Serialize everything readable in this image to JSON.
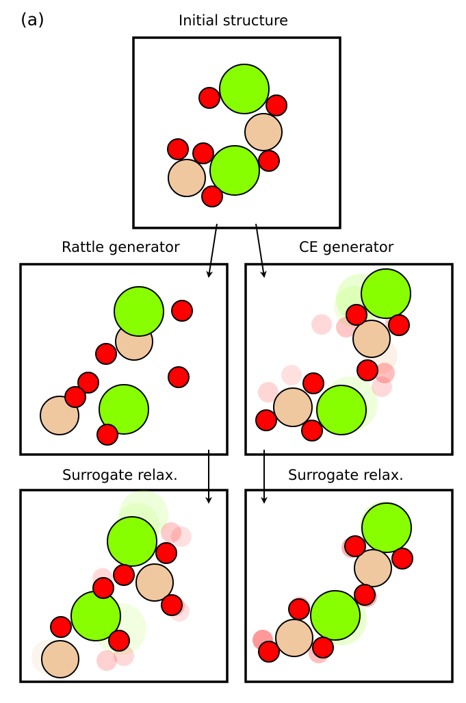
{
  "panel_label": "(a)",
  "titles": {
    "initial": "Initial structure",
    "rattle": "Rattle generator",
    "ce": "CE generator",
    "surrogate_left": "Surrogate relax.",
    "surrogate_right": "Surrogate relax."
  },
  "colors": {
    "green_atom": "#88ff00",
    "tan_atom": "#f0c8a0",
    "red_atom": "#ff0000",
    "ghost_red": "#ffb3b3",
    "ghost_green": "#d8f5c0",
    "outline": "#000000"
  }
}
